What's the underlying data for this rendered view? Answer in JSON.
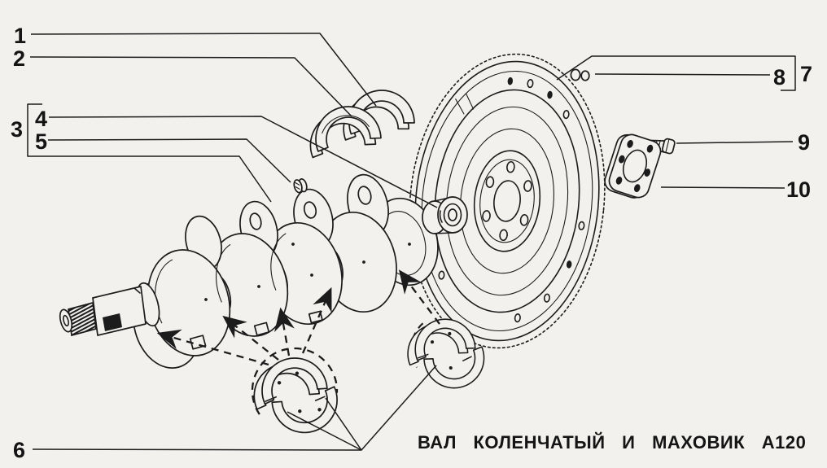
{
  "figure": {
    "caption": "ВАЛ КОЛЕНЧАТЫЙ И МАХОВИК А120",
    "callouts": [
      "1",
      "2",
      "3",
      "4",
      "5",
      "6",
      "7",
      "8",
      "9",
      "10"
    ],
    "colors": {
      "ink": "#1c1c1c",
      "paper": "#f2f1ee"
    }
  }
}
